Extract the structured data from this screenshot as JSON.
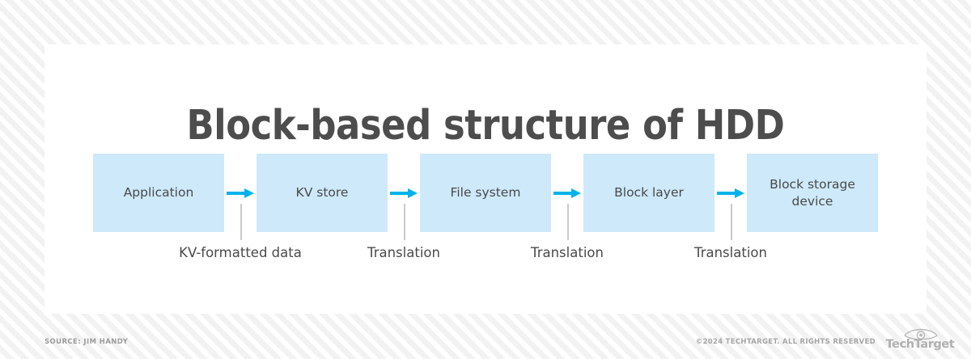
{
  "title": "Block-based structure of HDD",
  "colors": {
    "node_fill": "#cde9fa",
    "arrow": "#00b2ea",
    "text": "#4a4a4a",
    "title": "#4d4d4d",
    "tick_line": "#c9c9c9",
    "card": "#ffffff",
    "page_background": "#f7f7f7"
  },
  "flow": {
    "nodes": [
      {
        "label": "Application"
      },
      {
        "label": "KV store"
      },
      {
        "label": "File system"
      },
      {
        "label": "Block layer"
      },
      {
        "label": "Block storage device"
      }
    ],
    "arrows": [
      {
        "name": "arrow-1"
      },
      {
        "name": "arrow-2"
      },
      {
        "name": "arrow-3"
      },
      {
        "name": "arrow-4"
      }
    ],
    "transitions": [
      {
        "caption": "KV-formatted data"
      },
      {
        "caption": "Translation"
      },
      {
        "caption": "Translation"
      },
      {
        "caption": "Translation"
      }
    ]
  },
  "footer": {
    "source": "SOURCE: JIM HANDY",
    "copyright": "©2024 TECHTARGET. ALL RIGHTS RESERVED",
    "brand": "TechTarget"
  }
}
